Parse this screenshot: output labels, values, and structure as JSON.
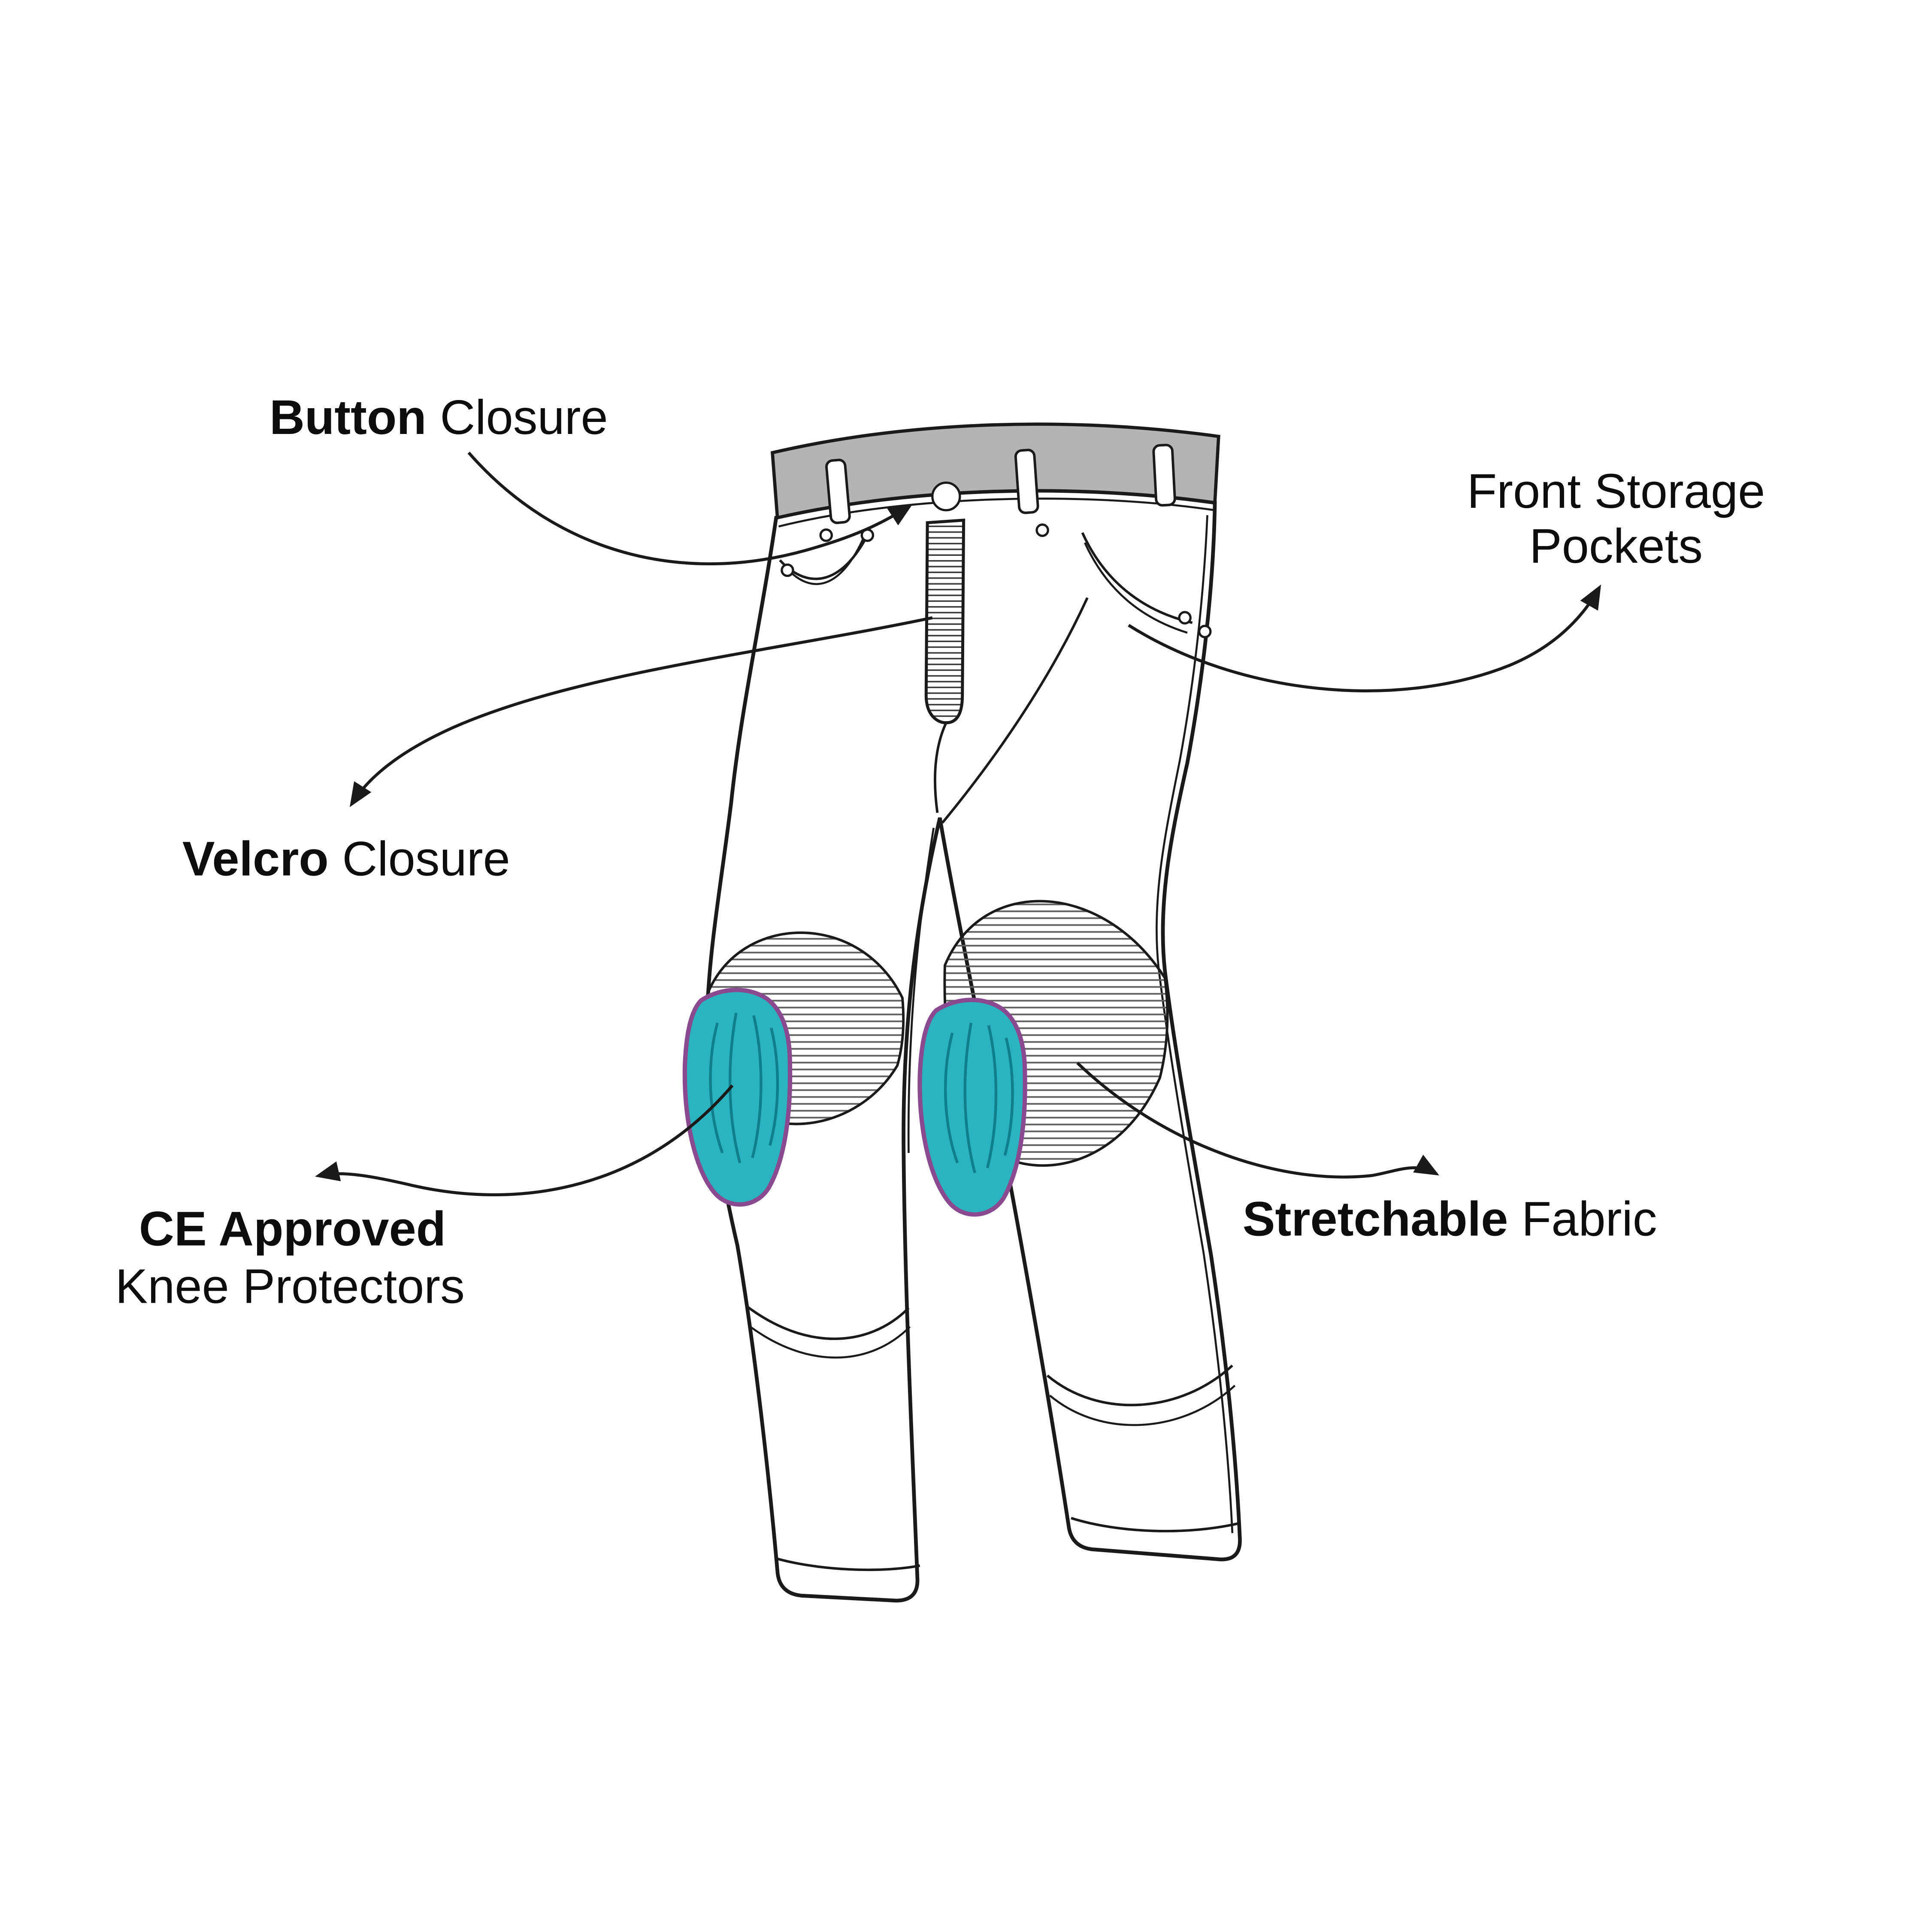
{
  "diagram": {
    "labels": {
      "button_closure": {
        "bold": "Button",
        "rest": " Closure"
      },
      "front_storage_pockets": {
        "line1": "Front Storage",
        "line2": "Pockets"
      },
      "velcro_closure": {
        "bold": "Velcro",
        "rest": " Closure"
      },
      "ce_knee": {
        "bold": "CE Approved",
        "line2": "Knee Protectors"
      },
      "stretchable_fabric": {
        "bold": "Stretchable",
        "rest": " Fabric"
      }
    },
    "colors": {
      "background": "#ffffff",
      "line": "#1a1a1a",
      "waistband": "#b3b4b4",
      "knee_pad_fill": "#2bb3bf",
      "knee_pad_outline": "#8a4a8f",
      "stretch_hatch": "#606060"
    }
  }
}
